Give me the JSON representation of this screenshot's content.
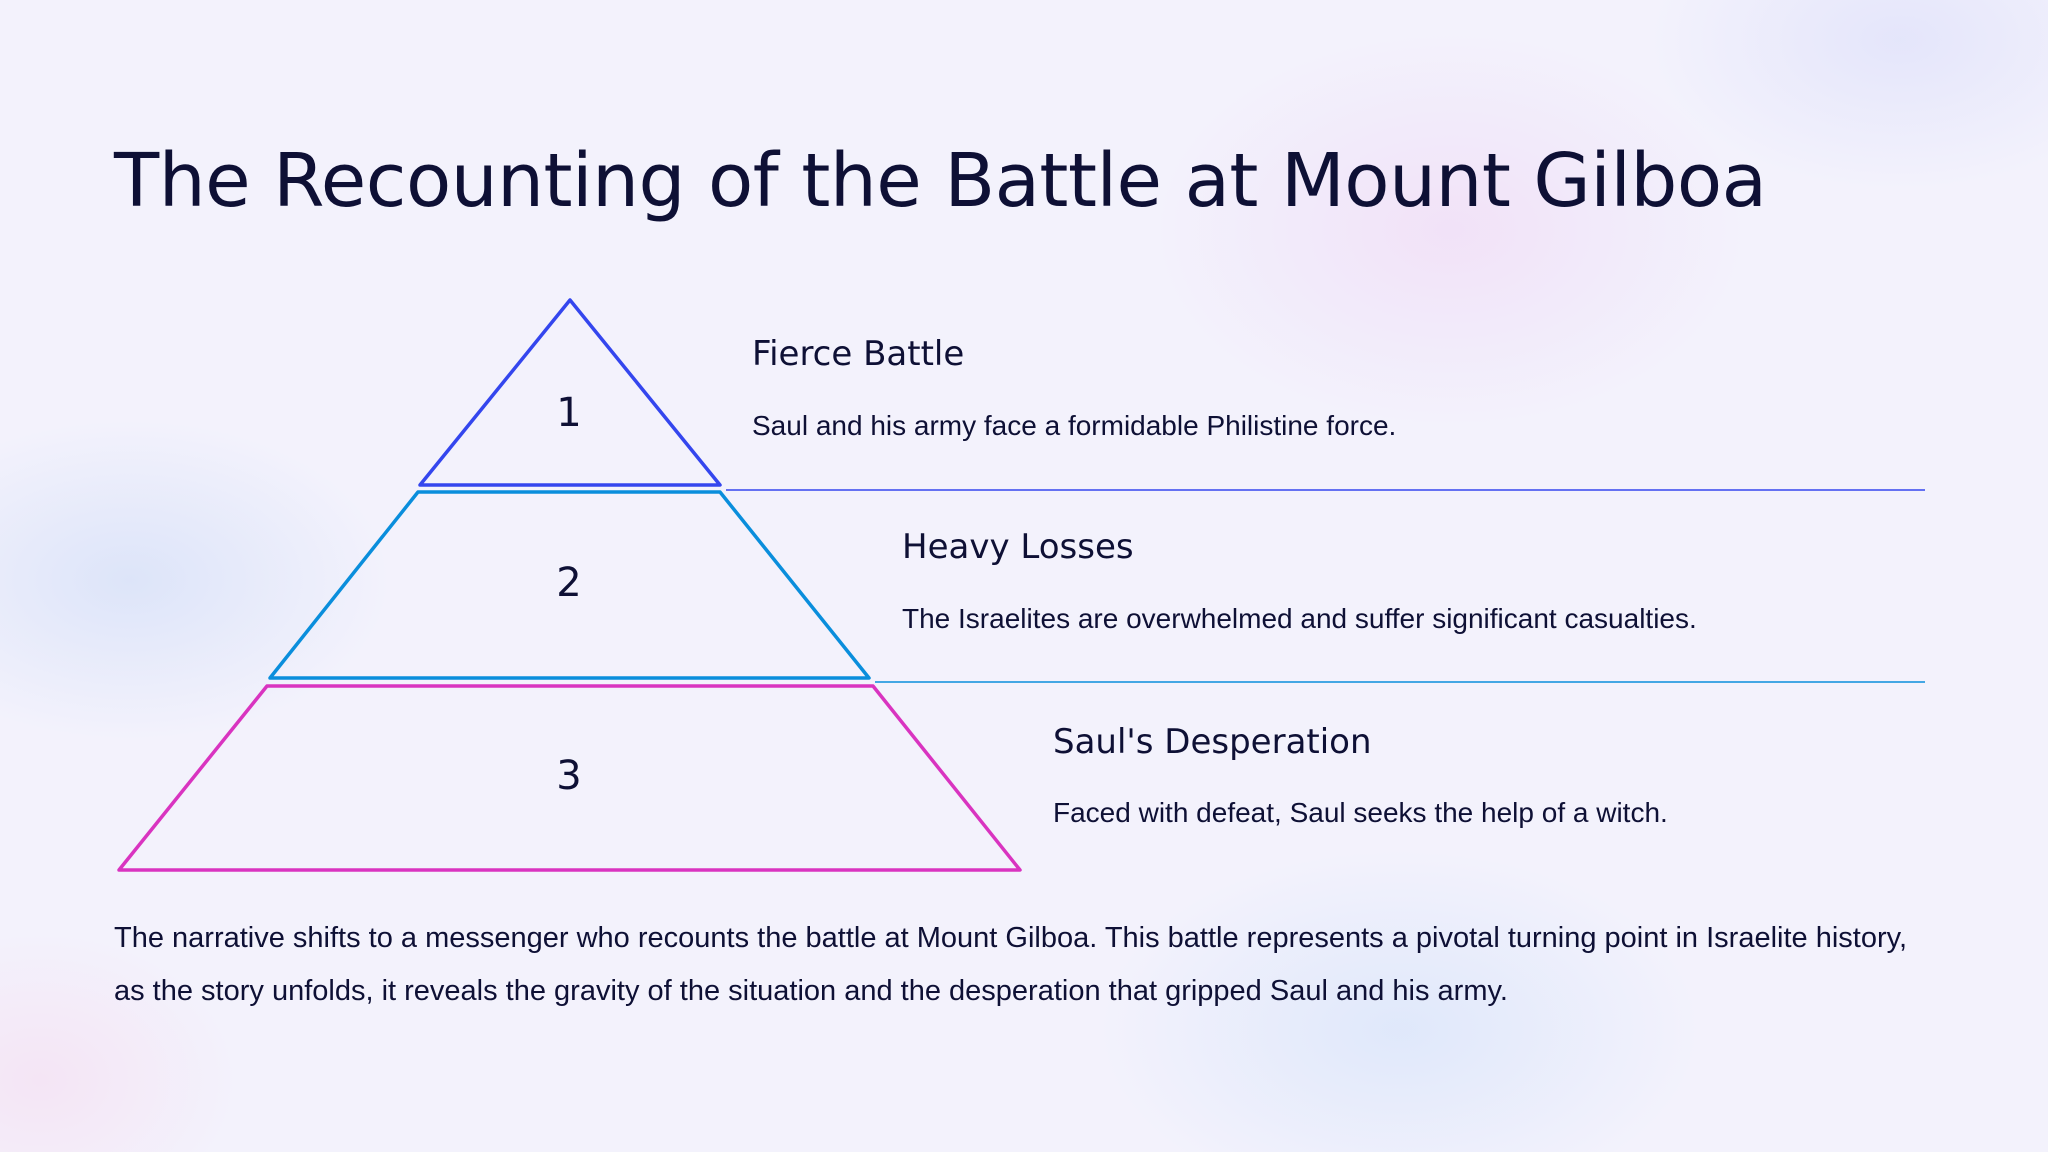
{
  "title": "The Recounting of the Battle at Mount Gilboa",
  "levels": [
    {
      "number": "1",
      "heading": "Fierce Battle",
      "description": "Saul and his army face a formidable Philistine force.",
      "color": "#3446ee"
    },
    {
      "number": "2",
      "heading": "Heavy Losses",
      "description": "The Israelites are overwhelmed and suffer significant casualties.",
      "color": "#0a8edc"
    },
    {
      "number": "3",
      "heading": "Saul's Desperation",
      "description": "Faced with defeat, Saul seeks the help of a witch.",
      "color": "#d934c0"
    }
  ],
  "paragraph": "The narrative shifts to a messenger who recounts the battle at Mount Gilboa. This battle represents a pivotal turning point in Israelite history, as the story unfolds, it reveals the gravity of the situation and the desperation that gripped Saul and his army."
}
